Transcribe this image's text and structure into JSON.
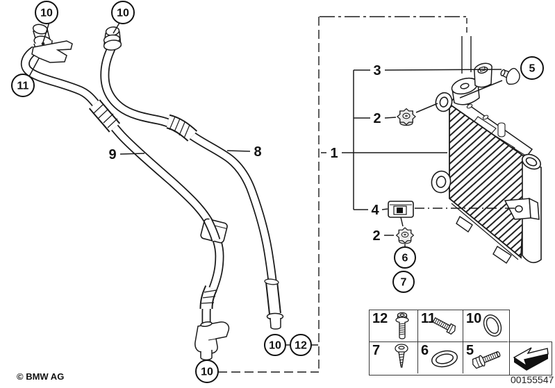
{
  "callouts": {
    "top_left_10": "10",
    "top_right_10": "10",
    "holder_11": "11",
    "hose_left_9": "9",
    "hose_right_8": "8",
    "group_1": "1",
    "nut_upper_2": "2",
    "fitting_3": "3",
    "clip_4": "4",
    "plug_5": "5",
    "nut_lower_2": "2",
    "oring_6": "6",
    "screw_7": "7",
    "bottom_left_10": "10",
    "bottom_mid_10": "10",
    "bottom_mid_12": "12"
  },
  "legend": {
    "cells": [
      {
        "num": "12",
        "icon": "flange-bolt"
      },
      {
        "num": "11",
        "icon": "hex-bolt"
      },
      {
        "num": "10",
        "icon": "o-ring"
      },
      {
        "num": "7",
        "icon": "tapping-screw"
      },
      {
        "num": "6",
        "icon": "o-ring-large"
      },
      {
        "num": "5",
        "icon": "hex-flange-bolt"
      }
    ]
  },
  "footer": {
    "copyright": "© BMW AG",
    "image_number": "00155547"
  },
  "colors": {
    "line": "#1a1a1a",
    "background": "#ffffff"
  }
}
